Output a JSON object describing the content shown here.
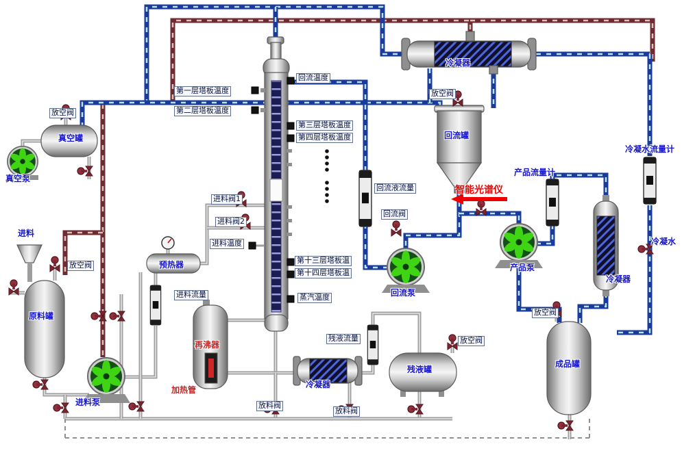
{
  "labels": {
    "vent_valve_tl": "放空阀",
    "vacuum_tank": "真空罐",
    "vacuum_pump": "真空泵",
    "tray1": "第一层塔板温度",
    "tray2": "第二层塔板温度",
    "reflux_temp": "回流温度",
    "tray3": "第三层塔板温度",
    "tray4": "第四层塔板温度",
    "condenser_top": "冷凝器",
    "vent_valve_reflux": "放空阀",
    "reflux_tank": "回流罐",
    "condensate_flowmeter": "冷凝水流量计",
    "product_flowmeter": "产品流量计",
    "spectrometer": "智能光谱仪",
    "reflux_flow": "回流液流量",
    "reflux_valve": "回流阀",
    "product_pump": "产品泵",
    "reflux_pump": "回流泵",
    "condensate_water": "冷凝水",
    "condenser_right": "冷凝器",
    "feed_valve1": "进料阀1",
    "feed_valve2": "进料阀2",
    "feed_temp": "进料温度",
    "preheater": "预热器",
    "feed_flow": "进料流量",
    "tray13": "第十三层塔板温",
    "tray14": "第十四层塔板温",
    "steam_temp": "蒸汽温度",
    "feed": "进料",
    "vent_valve_raw": "放空阀",
    "raw_tank": "原料罐",
    "feed_pump": "进料泵",
    "reboiler": "再沸器",
    "heating_tube": "加热管",
    "residual_flow": "残液流量",
    "condenser_bottom": "冷凝器",
    "drain_valve_1": "放料阀",
    "drain_valve_2": "放料阀",
    "residual_tank": "残液罐",
    "vent_valve_residual": "放空阀",
    "product_tank": "成品罐",
    "vent_valve_product": "放空阀"
  },
  "colors": {
    "pipe_blue": "#1a3a9c",
    "pipe_blue_dash": "#b9e6f0",
    "pipe_maroon": "#6f2b34",
    "pipe_gray": "#9e9e9e",
    "pump_green": "#3fd414",
    "label_blue": "#1616cf",
    "label_red": "#c22525",
    "annotation_red": "#ee0000"
  },
  "icons": {
    "valve": "maroon bowtie valve with handwheel",
    "pump": "green fan impeller in circle",
    "flowmeter": "vertical rotameter tube with float",
    "sensor": "black square temperature tap",
    "arrow": "red left-pointing annotation arrow"
  }
}
